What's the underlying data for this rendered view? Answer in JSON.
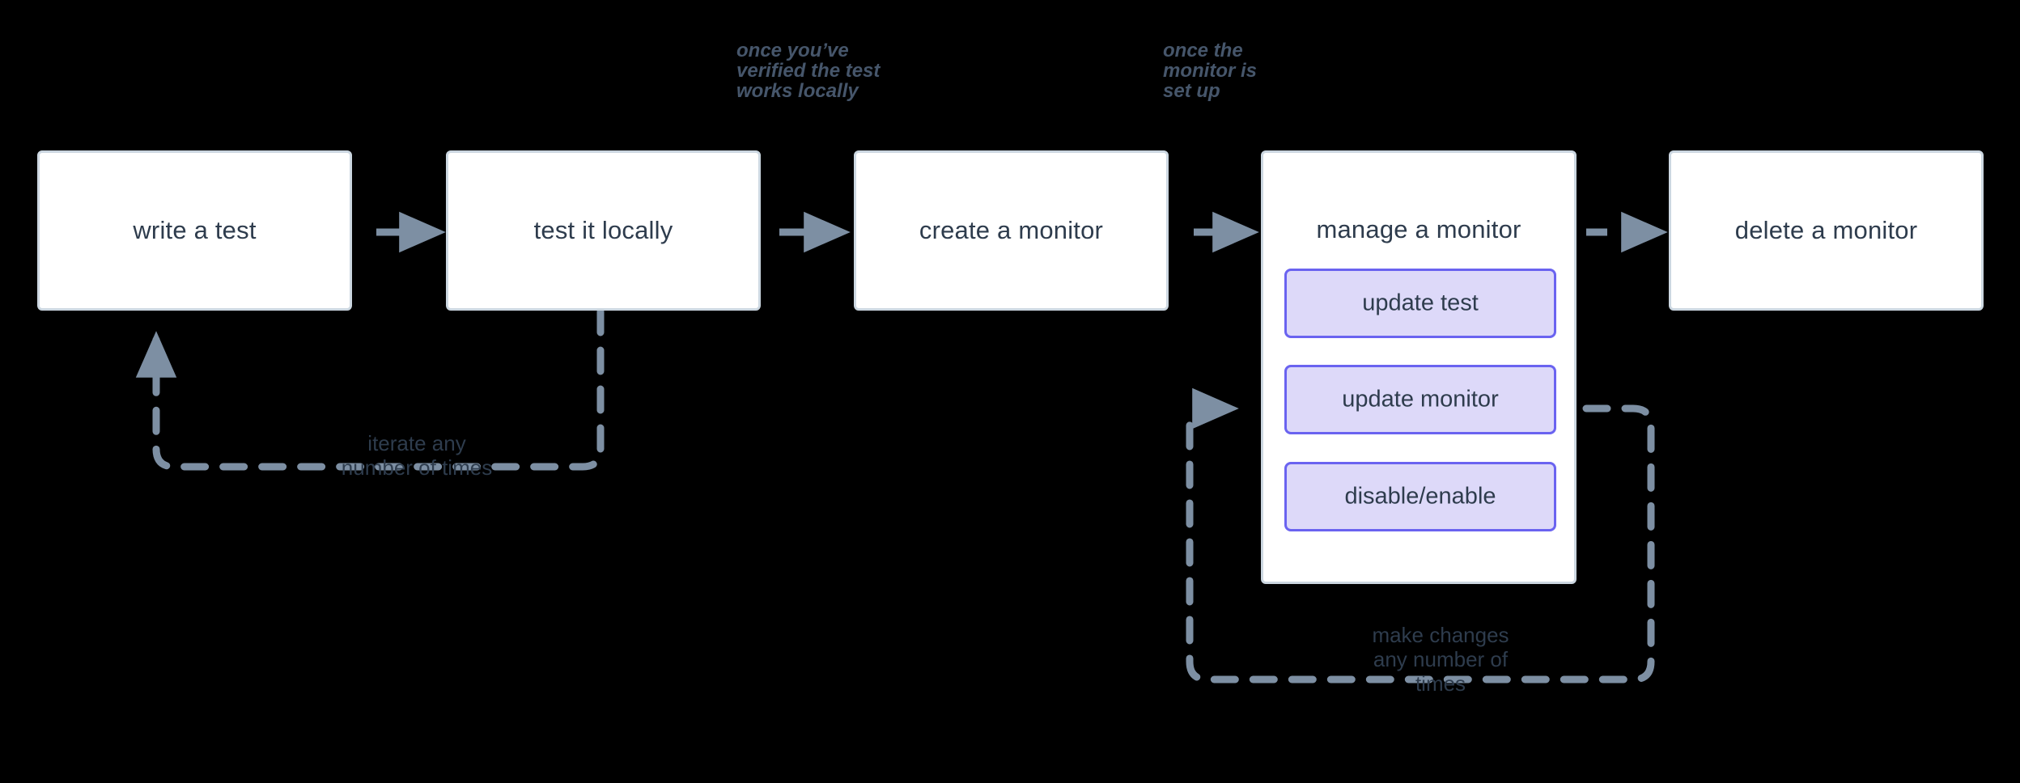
{
  "diagram": {
    "background_color": "#000000",
    "node_border_color": "#ccd7e1",
    "node_fill_color": "#ffffff",
    "accent_color": "#6a63f0",
    "accent_fill_color": "#ddd9f9",
    "edge_color": "#7d8fa3",
    "text_color": "#2e3c4d",
    "note_color": "#46566b"
  },
  "nodes": [
    {
      "id": "write-a-test",
      "label": "write a test"
    },
    {
      "id": "test-it-locally",
      "label": "test it locally"
    },
    {
      "id": "create-a-monitor",
      "label": "create a monitor"
    },
    {
      "id": "manage-a-monitor",
      "label": "manage a monitor"
    },
    {
      "id": "delete-a-monitor",
      "label": "delete a monitor"
    }
  ],
  "manage_actions": [
    {
      "id": "update-test",
      "label": "update test"
    },
    {
      "id": "update-monitor",
      "label": "update monitor"
    },
    {
      "id": "disable-enable",
      "label": "disable/enable"
    }
  ],
  "edge_notes": [
    {
      "id": "note-verified",
      "text": "once you’ve\nverified the test\nworks locally"
    },
    {
      "id": "note-setup",
      "text": "once the\nmonitor is\nset up"
    }
  ],
  "loop_notes": [
    {
      "id": "loop-iterate",
      "text": "iterate any\nnumber of times"
    },
    {
      "id": "loop-make-changes",
      "text": "make changes\nany number of\ntimes"
    }
  ],
  "edges": [
    {
      "id": "edge-write-to-test",
      "style": "solid",
      "from": "write-a-test",
      "to": "test-it-locally"
    },
    {
      "id": "edge-test-to-create",
      "style": "solid",
      "from": "test-it-locally",
      "to": "create-a-monitor"
    },
    {
      "id": "edge-create-to-manage",
      "style": "solid",
      "from": "create-a-monitor",
      "to": "manage-a-monitor"
    },
    {
      "id": "edge-manage-to-delete",
      "style": "dashed",
      "from": "manage-a-monitor",
      "to": "delete-a-monitor"
    },
    {
      "id": "edge-iterate-loop",
      "style": "dashed",
      "from": "test-it-locally",
      "to": "write-a-test"
    },
    {
      "id": "edge-make-changes-loop",
      "style": "dashed",
      "from": "manage-a-monitor",
      "to": "manage-a-monitor"
    }
  ]
}
